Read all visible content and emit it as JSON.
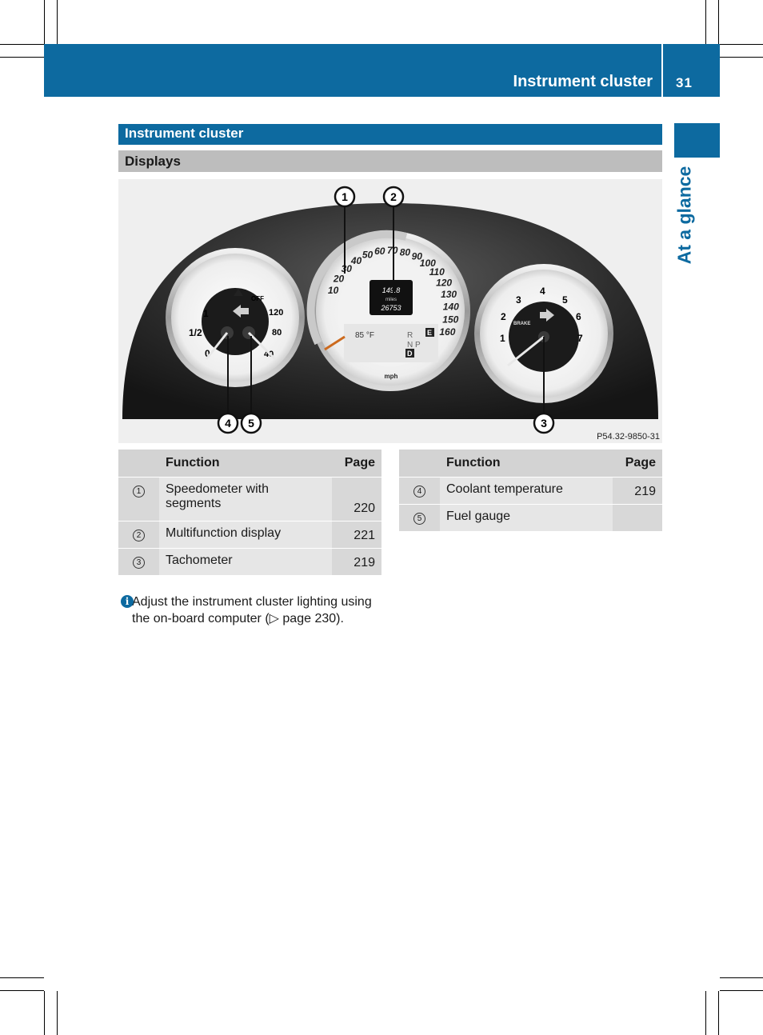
{
  "header": {
    "title": "Instrument cluster",
    "page": "31"
  },
  "side_tab": {
    "label": "At a glance"
  },
  "section": {
    "title": "Instrument cluster",
    "subtitle": "Displays"
  },
  "figure": {
    "code": "P54.32-9850-31",
    "callouts": [
      "1",
      "2",
      "3",
      "4",
      "5"
    ],
    "speedo_numbers": [
      "10",
      "20",
      "30",
      "40",
      "50",
      "60",
      "70",
      "80",
      "90",
      "100",
      "110",
      "120",
      "130",
      "140",
      "150",
      "160"
    ],
    "display": {
      "line1": "149.8",
      "line2": "miles",
      "line3": "26753",
      "temp": "85 °F",
      "gear_top": "R",
      "gear_mid": "N P",
      "gear_d": "D",
      "gear_e": "E",
      "unit": "mph"
    },
    "left_gauge": {
      "fuel_marks": [
        "1",
        "1/2",
        "0"
      ],
      "temp_marks": [
        "120",
        "80",
        "40"
      ],
      "off_label": "OFF"
    },
    "right_gauge": {
      "numbers": [
        "1",
        "2",
        "3",
        "4",
        "5",
        "6",
        "7"
      ],
      "brake_label": "BRAKE"
    }
  },
  "table_left": {
    "headers": {
      "num": "",
      "function": "Function",
      "page": "Page"
    },
    "rows": [
      {
        "num": "1",
        "function": "Speedometer with segments",
        "page": "220"
      },
      {
        "num": "2",
        "function": "Multifunction display",
        "page": "221"
      },
      {
        "num": "3",
        "function": "Tachometer",
        "page": "219"
      }
    ]
  },
  "table_right": {
    "headers": {
      "num": "",
      "function": "Function",
      "page": "Page"
    },
    "rows": [
      {
        "num": "4",
        "function": "Coolant temperature",
        "page": "219"
      },
      {
        "num": "5",
        "function": "Fuel gauge",
        "page": ""
      }
    ]
  },
  "info": {
    "icon": "info-icon",
    "text": "Adjust the instrument cluster lighting using the on-board computer (▷ page 230)."
  }
}
